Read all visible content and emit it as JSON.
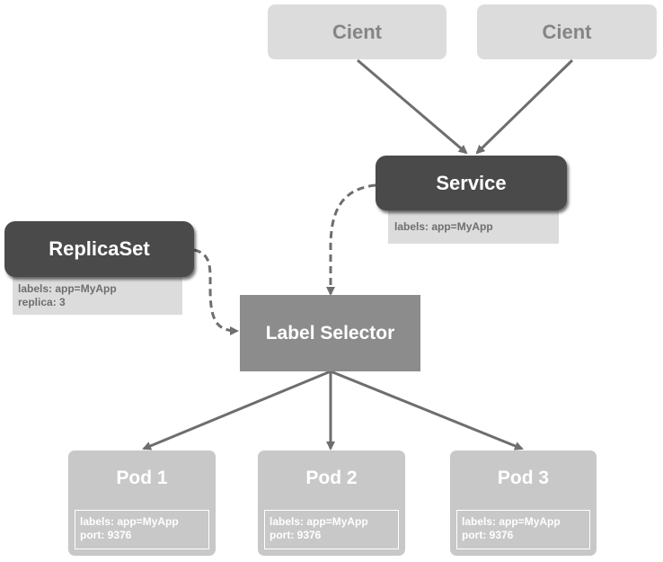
{
  "clients": [
    {
      "label": "Cient"
    },
    {
      "label": "Cient"
    }
  ],
  "service": {
    "label": "Service",
    "tag": "labels: app=MyApp"
  },
  "replicaset": {
    "label": "ReplicaSet",
    "tag_line1": "labels: app=MyApp",
    "tag_line2": "replica: 3"
  },
  "label_selector": {
    "label": "Label Selector"
  },
  "pods": [
    {
      "label": "Pod 1",
      "labels": "labels: app=MyApp",
      "port": "port: 9376"
    },
    {
      "label": "Pod 2",
      "labels": "labels: app=MyApp",
      "port": "port: 9376"
    },
    {
      "label": "Pod 3",
      "labels": "labels: app=MyApp",
      "port": "port: 9376"
    }
  ],
  "colors": {
    "arrow": "#6e6e6e",
    "dark_node": "#4a4a4a",
    "label_selector": "#8c8c8c",
    "light_node": "#dcdcdc",
    "pod": "#c8c8c8"
  }
}
